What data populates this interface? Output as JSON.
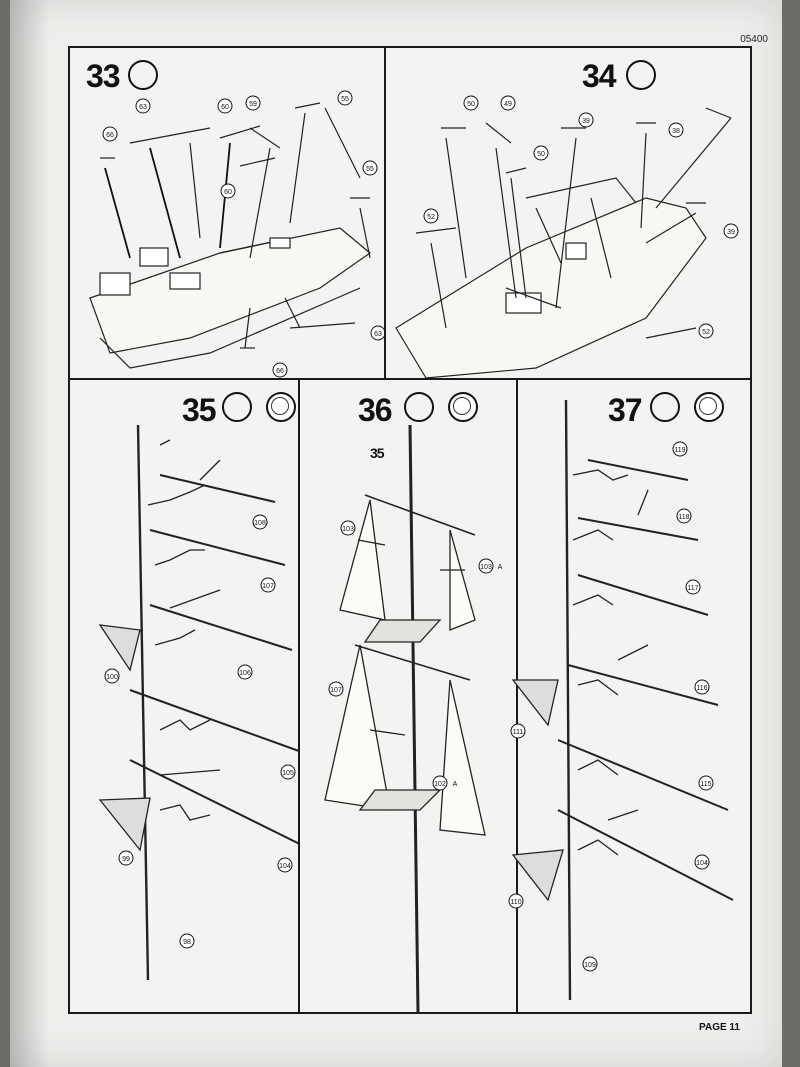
{
  "document": {
    "code": "05400",
    "page_label": "PAGE 11"
  },
  "steps": [
    {
      "number": "33",
      "parts": [
        "63",
        "60",
        "59",
        "66",
        "55",
        "55",
        "60",
        "63",
        "66"
      ]
    },
    {
      "number": "34",
      "parts": [
        "50",
        "49",
        "39",
        "38",
        "52",
        "50",
        "39",
        "52"
      ]
    },
    {
      "number": "35",
      "parts": [
        "108",
        "107",
        "106",
        "100",
        "105",
        "99",
        "104",
        "98"
      ]
    },
    {
      "number": "36",
      "sub_label": "35",
      "parts": [
        "103",
        "103",
        "107",
        "102"
      ],
      "part_suffix": "A"
    },
    {
      "number": "37",
      "parts": [
        "119",
        "118",
        "117",
        "116",
        "111",
        "115",
        "110",
        "104",
        "109"
      ]
    }
  ]
}
